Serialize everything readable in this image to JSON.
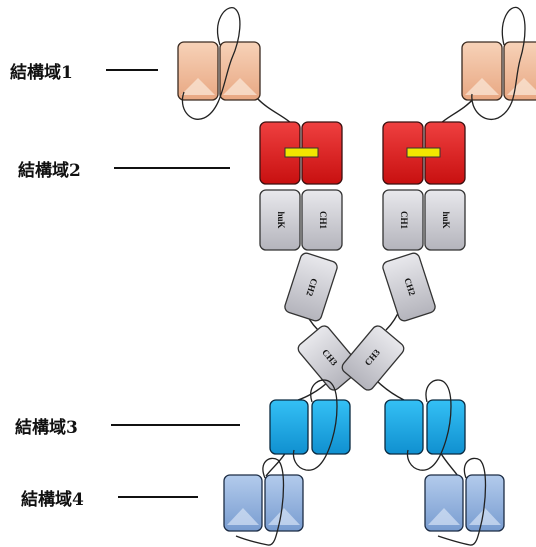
{
  "labels": [
    {
      "id": "d1",
      "text": "結構域1"
    },
    {
      "id": "d2",
      "text": "結構域2"
    },
    {
      "id": "d3",
      "text": "結構域3"
    },
    {
      "id": "d4",
      "text": "結構域4"
    }
  ],
  "module_text": {
    "light_constant": "huK",
    "ch1": "CH1",
    "ch2": "CH2",
    "ch3": "CH3"
  },
  "colors": {
    "domain1": "#f0b996",
    "domain2": "#e01e1e",
    "linker": "#f2e600",
    "constant": "#c9c9cf",
    "domain3": "#1aa9e6",
    "domain4": "#8eb0dc"
  }
}
